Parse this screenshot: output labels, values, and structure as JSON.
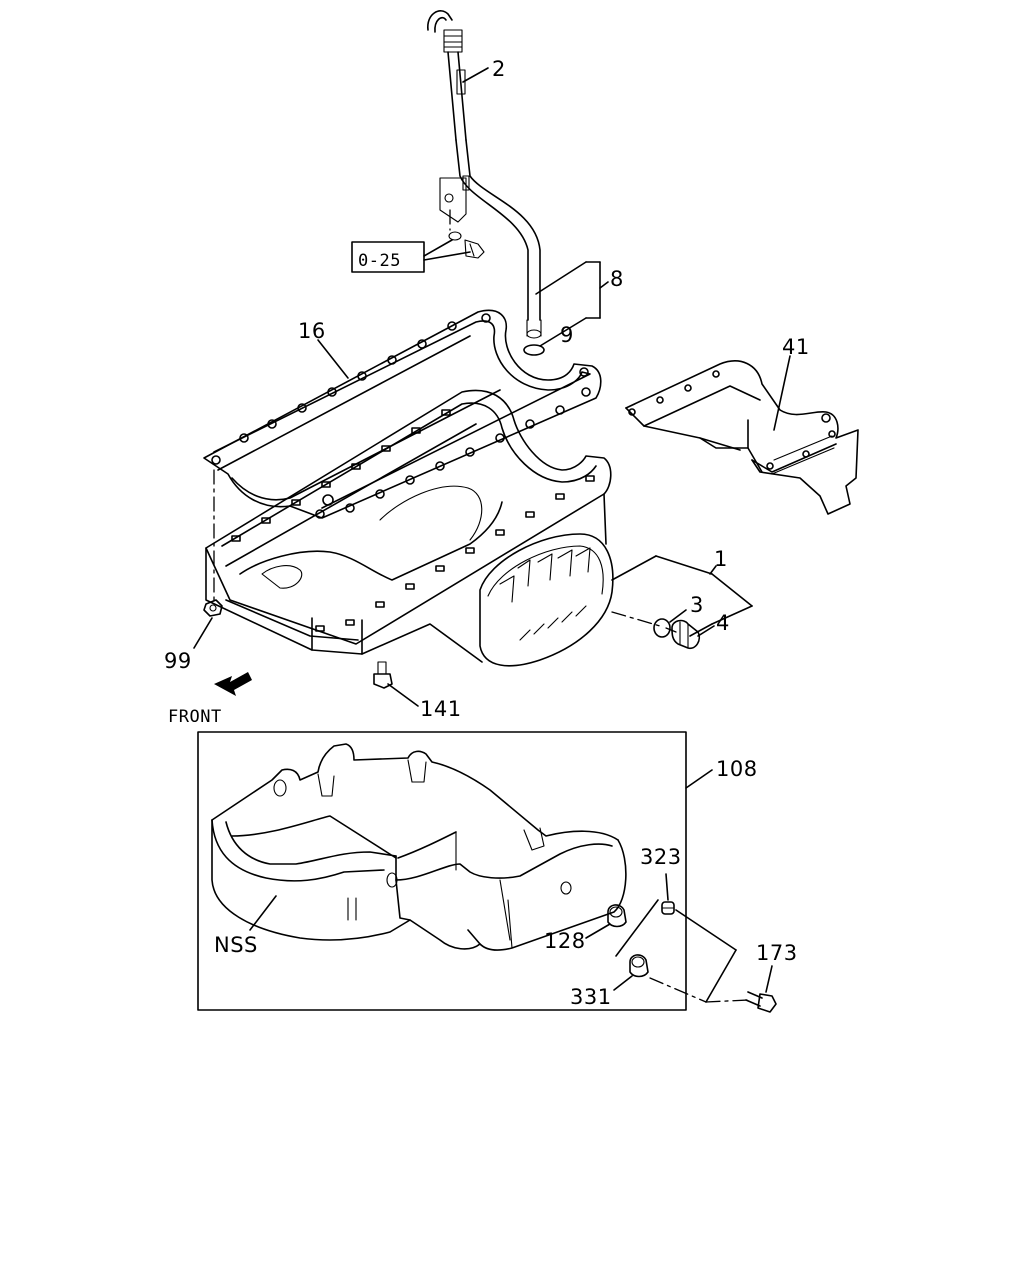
{
  "labels": {
    "part_2": "2",
    "ref_box": "0-25",
    "part_8": "8",
    "part_9": "9",
    "part_16": "16",
    "part_41": "41",
    "part_1": "1",
    "part_3": "3",
    "part_4": "4",
    "part_99": "99",
    "part_141": "141",
    "front": "FRONT",
    "part_108": "108",
    "part_323": "323",
    "part_nss": "NSS",
    "part_128": "128",
    "part_173": "173",
    "part_331": "331"
  },
  "colors": {
    "ink": "#000000",
    "paper": "#ffffff"
  },
  "icons": {
    "front_arrow": "arrow-down-left-icon"
  }
}
